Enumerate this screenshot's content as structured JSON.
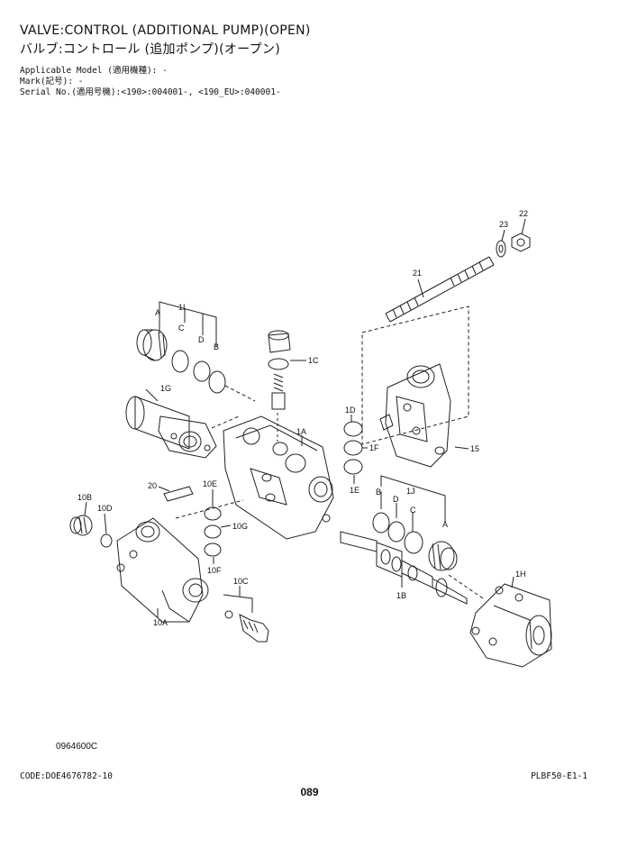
{
  "header": {
    "title_en": "VALVE:CONTROL (ADDITIONAL PUMP)(OPEN)",
    "title_jp": "バルブ:コントロール (追加ポンプ)(オープン)",
    "applicable_model": "Applicable Model (適用機種): -",
    "mark": "Mark(記号): -",
    "serial_no": "Serial No.(適用号機):<190>:004001-, <190_EU>:040001-"
  },
  "callouts": {
    "c22": "22",
    "c23": "23",
    "c21": "21",
    "c1I": "1I",
    "c1I_A": "A",
    "c1I_C": "C",
    "c1I_D": "D",
    "c1I_B": "B",
    "c1C": "1C",
    "c1G": "1G",
    "c1D": "1D",
    "c1F": "1F",
    "c1A": "1A",
    "c1E": "1E",
    "c15": "15",
    "c20": "20",
    "c10E": "10E",
    "c10G": "10G",
    "c10F": "10F",
    "c10B": "10B",
    "c10D": "10D",
    "c10A": "10A",
    "c10C": "10C",
    "c1J": "1J",
    "c1J_B": "B",
    "c1J_D": "D",
    "c1J_C": "C",
    "c1J_A": "A",
    "c1B": "1B",
    "c1H": "1H"
  },
  "footer": {
    "figure_number": "0964600C",
    "code": "CODE:DOE4676782-10",
    "page_number": "089",
    "page_ref": "PLBF50-E1-1"
  }
}
